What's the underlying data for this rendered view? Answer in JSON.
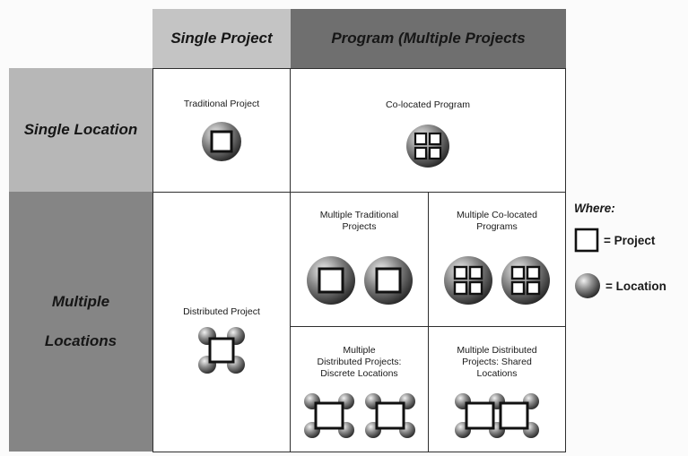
{
  "columns": {
    "single_project": "Single Project",
    "program": "Program (Multiple Projects"
  },
  "rows": {
    "single_location": "Single Location",
    "multiple_locations_line1": "Multiple",
    "multiple_locations_line2": "Locations"
  },
  "cells": {
    "traditional_project": "Traditional Project",
    "colocated_program": "Co-located Program",
    "distributed_project": "Distributed Project",
    "multiple_traditional_projects": "Multiple Traditional Projects",
    "multiple_colocated_programs": "Multiple Co-located Programs",
    "multiple_distributed_projects_l1": "Multiple",
    "multiple_distributed_projects_l2": "Distributed Projects:",
    "multiple_distributed_projects_l3": "Discrete Locations",
    "multiple_distributed_shared_l1": "Multiple Distributed",
    "multiple_distributed_shared_l2": "Projects: Shared",
    "multiple_distributed_shared_l3": "Locations"
  },
  "legend": {
    "title": "Where:",
    "project": "= Project",
    "location": "= Location"
  },
  "colors": {
    "header_light": "#c4c4c4",
    "header_dark": "#6f6f6f",
    "row_single": "#b7b7b7",
    "row_multiple": "#858585",
    "grid_line": "#2e2e2e"
  }
}
